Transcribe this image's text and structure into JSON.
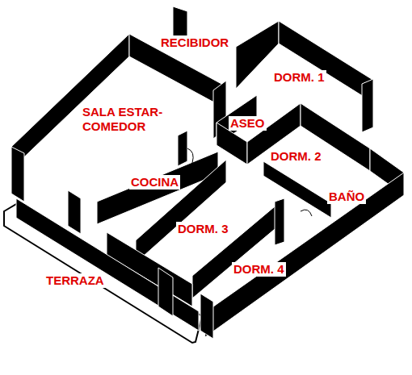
{
  "diagram": {
    "labels": [
      "RECIBIDOR",
      "DORM. 1",
      "SALA ESTAR- COMEDOR",
      "ASEO",
      "DORM. 2",
      "COCINA",
      "BAÑO",
      "DORM. 3",
      "DORM. 4",
      "TERRAZA"
    ]
  }
}
